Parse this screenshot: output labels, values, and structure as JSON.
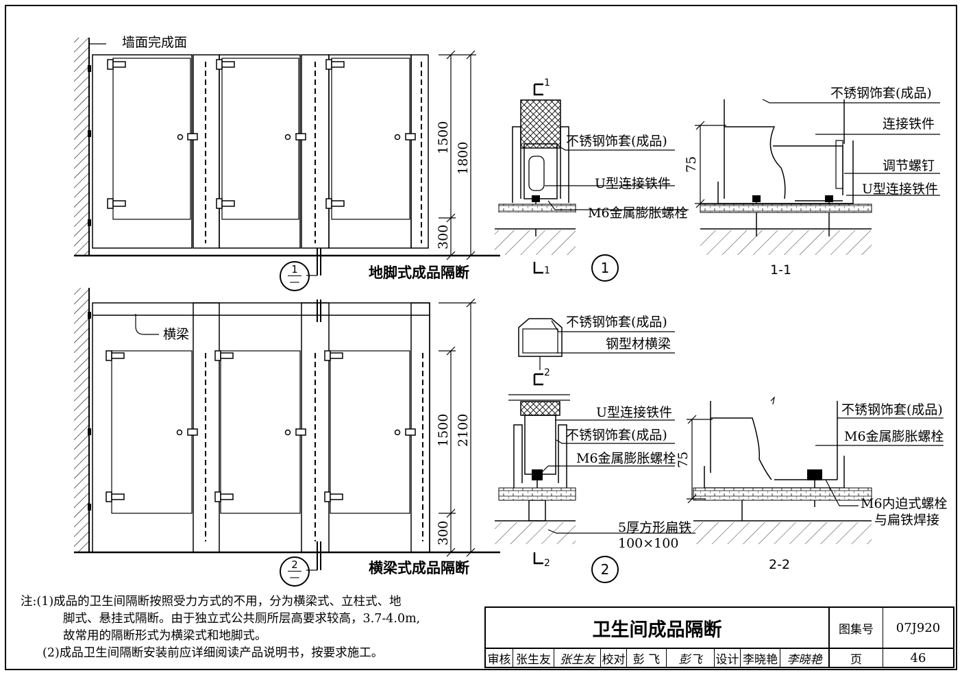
{
  "drawing": {
    "top_elevation": {
      "wall_label": "墙面完成面",
      "dim_upper": "1500",
      "dim_lower": "300",
      "dim_total": "1800",
      "section_ref_num": "1",
      "section_ref_sub": "—",
      "caption": "地脚式成品隔断"
    },
    "bottom_elevation": {
      "beam_label": "横梁",
      "dim_upper": "1500",
      "dim_lower": "300",
      "dim_total": "2100",
      "section_ref_num": "2",
      "section_ref_sub": "—",
      "caption": "横梁式成品隔断"
    },
    "detail_1": {
      "cut_top": "1",
      "cut_bottom": "1",
      "labels": [
        "不锈钢饰套(成品)",
        "U型连接铁件",
        "M6金属膨胀螺栓"
      ],
      "marker": "1"
    },
    "section_1_1": {
      "labels": [
        "不锈钢饰套(成品)",
        "连接铁件",
        "调节螺钉",
        "U型连接铁件"
      ],
      "dim": "75",
      "caption": "1-1"
    },
    "detail_2": {
      "cut_top": "2",
      "cut_bottom": "2",
      "labels": [
        "不锈钢饰套(成品)",
        "钢型材横梁",
        "U型连接铁件",
        "不锈钢饰套(成品)",
        "M6金属膨胀螺栓",
        "5厚方形扁铁",
        "100×100"
      ],
      "marker": "2"
    },
    "section_2_2": {
      "labels": [
        "不锈钢饰套(成品)",
        "M6金属膨胀螺栓",
        "M6内迫式螺栓",
        "与扁铁焊接"
      ],
      "dim": "75",
      "caption": "2-2"
    }
  },
  "notes": {
    "line1": "注:(1)成品的卫生间隔断按照受力方式的不用，分为横梁式、立柱式、地",
    "line2": "脚式、悬挂式隔断。由于独立式公共厕所层高要求较高，3.7-4.0m,",
    "line3": "故常用的隔断形式为横梁式和地脚式。",
    "line4": "(2)成品卫生间隔断安装前应详细阅读产品说明书，按要求施工。"
  },
  "title_block": {
    "title": "卫生间成品隔断",
    "atlas_label": "图集号",
    "atlas_no": "07J920",
    "page_label": "页",
    "page_no": "46",
    "review_label": "审核",
    "reviewer": "张生友",
    "reviewer_sig": "张生友",
    "check_label": "校对",
    "checker": "彭 飞",
    "checker_sig": "彭飞",
    "design_label": "设计",
    "designer": "李晓艳",
    "designer_sig": "李晓艳"
  }
}
